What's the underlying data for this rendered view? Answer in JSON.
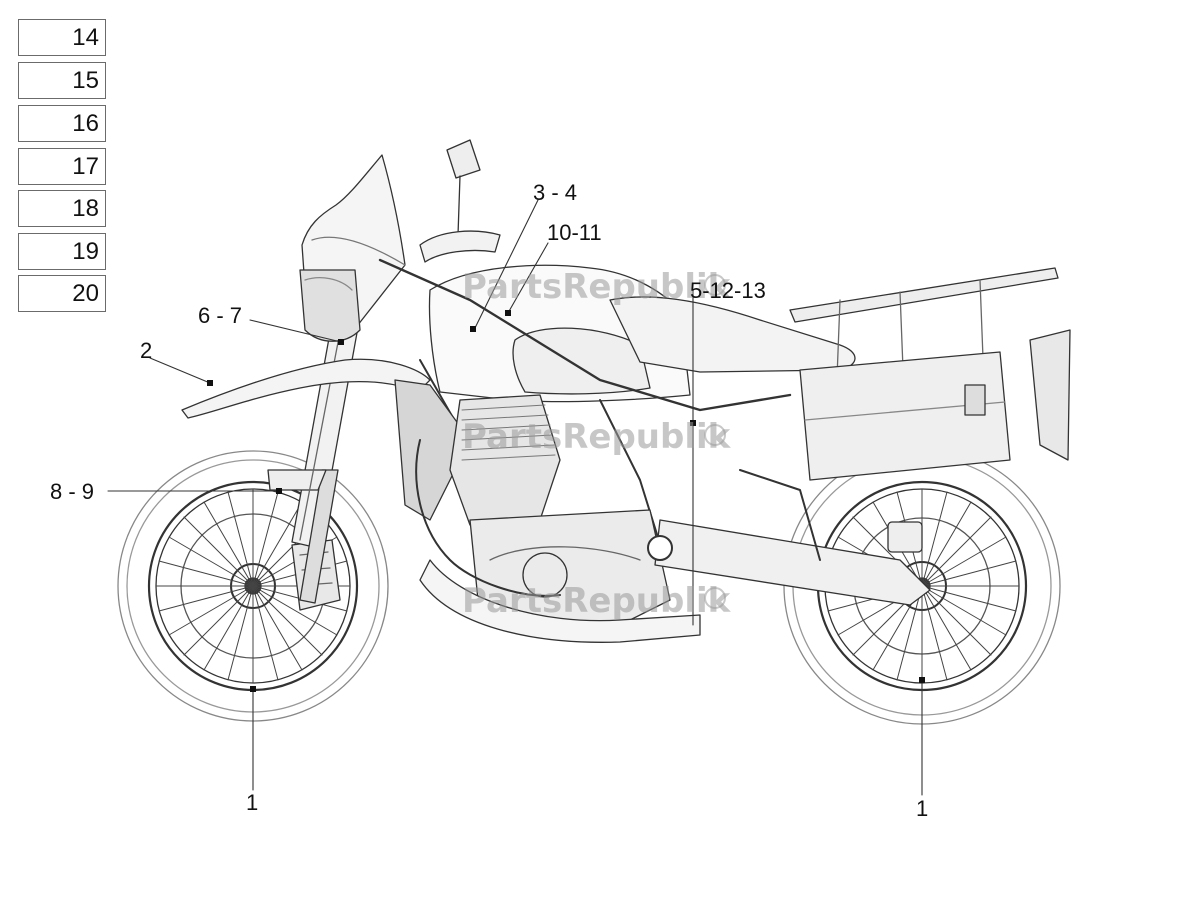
{
  "legend": [
    "14",
    "15",
    "16",
    "17",
    "18",
    "19",
    "20"
  ],
  "callouts": {
    "c_3_4": "3 - 4",
    "c_10_11": "10-11",
    "c_5_12_13": "5-12-13",
    "c_6_7": "6 - 7",
    "c_2": "2",
    "c_8_9": "8 - 9",
    "c_1_front": "1",
    "c_1_rear": "1"
  },
  "watermark": "PartsRepublik"
}
